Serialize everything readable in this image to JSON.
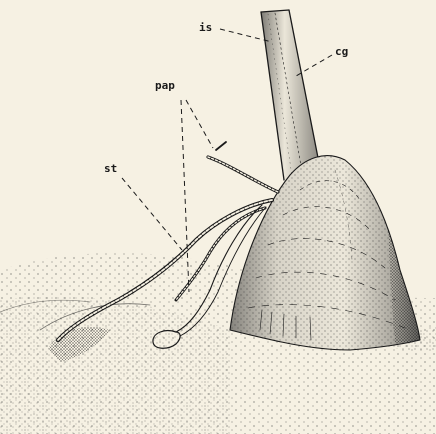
{
  "figure": {
    "labels": {
      "is": "is",
      "cg": "cg",
      "pap": "pap",
      "st": "st"
    }
  }
}
